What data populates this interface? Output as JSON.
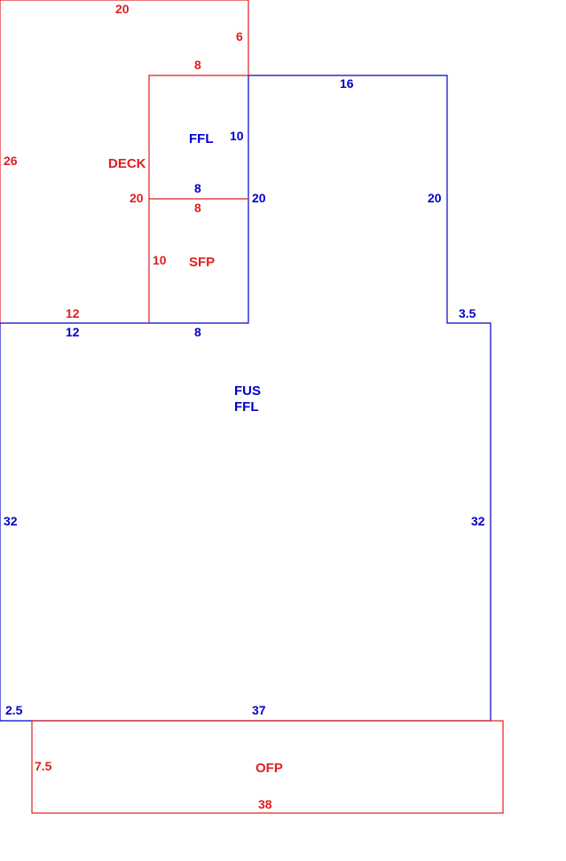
{
  "colors": {
    "primary_structure": "#0000c8",
    "secondary_structure": "#e01e1e",
    "background": "#ffffff"
  },
  "areas": {
    "fus_ffl_line1": "FUS",
    "fus_ffl_line2": "FFL",
    "upper_ffl": "FFL",
    "deck": "DECK",
    "sfp": "SFP",
    "ofp": "OFP"
  },
  "dimensions": {
    "deck_top": "20",
    "deck_right_upper": "6",
    "deck_left": "26",
    "deck_bottom": "12",
    "ffl_top_red": "8",
    "ffl_top_blue": "16",
    "ffl_right": "10",
    "ffl_bottom_blue": "8",
    "sfp_top_red": "8",
    "mid_left_red": "20",
    "mid_right_blue": "20",
    "right_upper_blue": "20",
    "sfp_left": "10",
    "step_right": "3.5",
    "main_top_left": "12",
    "main_top_mid": "8",
    "main_left": "32",
    "main_right": "32",
    "main_bottom": "37",
    "offset_left": "2.5",
    "ofp_left": "7.5",
    "ofp_bottom": "38"
  }
}
